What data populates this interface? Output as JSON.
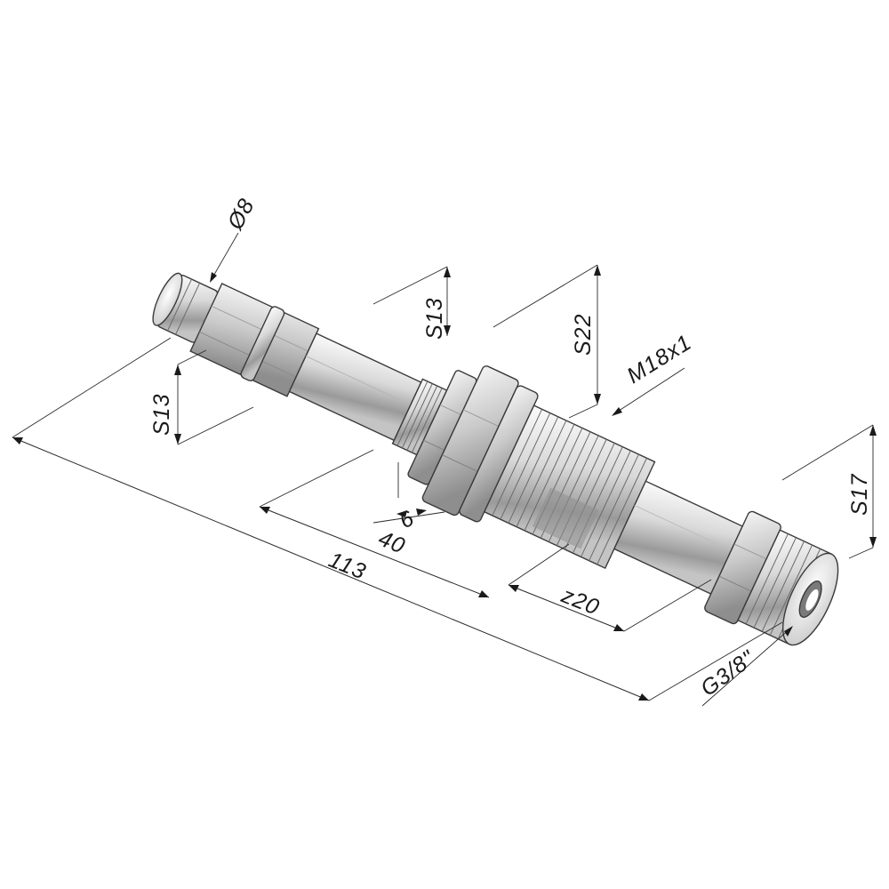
{
  "dimensions": {
    "diameter_tip": "Ø8",
    "hex_left": "S13",
    "hex_nut_small": "S13",
    "hex_nut_large": "S22",
    "thread_main": "M18x1",
    "hex_right": "S17",
    "nut_thickness": "6",
    "length_40": "40",
    "length_total": "113",
    "length_z20": "z20",
    "thread_port": "G3/8\""
  },
  "colors": {
    "metal_light": "#f2f2f2",
    "metal_mid": "#cfcfcf",
    "metal_dark": "#8c8c8c",
    "line": "#2a2a2a"
  }
}
